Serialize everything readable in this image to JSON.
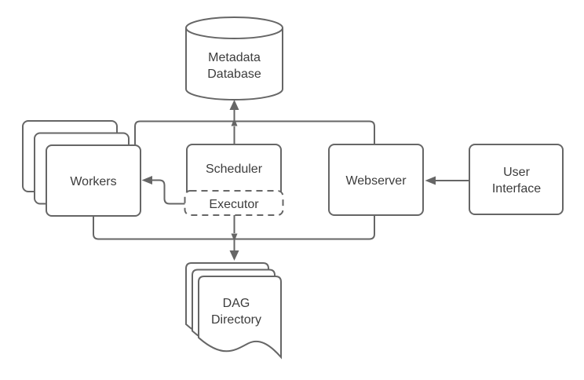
{
  "diagram": {
    "type": "architecture-flow-diagram",
    "colors": {
      "stroke": "#666666",
      "node-fill": "#ffffff",
      "text": "#3c3c3c",
      "background": "#ffffff"
    },
    "nodes": {
      "metadata_database": {
        "shape": "cylinder",
        "label_line1": "Metadata",
        "label_line2": "Database"
      },
      "workers": {
        "shape": "stacked-rounded-rectangles",
        "stack_count": 3,
        "label": "Workers"
      },
      "scheduler": {
        "shape": "rounded-rectangle",
        "label": "Scheduler"
      },
      "executor": {
        "shape": "dashed-rounded-rectangle",
        "label": "Executor"
      },
      "webserver": {
        "shape": "rounded-rectangle",
        "label": "Webserver"
      },
      "user_interface": {
        "shape": "rounded-rectangle",
        "label_line1": "User",
        "label_line2": "Interface"
      },
      "dag_directory": {
        "shape": "stacked-documents",
        "stack_count": 3,
        "label_line1": "DAG",
        "label_line2": "Directory"
      }
    },
    "edges": [
      {
        "from": "scheduler",
        "to": "metadata_database",
        "arrow": "up-into-database"
      },
      {
        "from": "workers",
        "to": "metadata_database",
        "style": "shared-top-bus"
      },
      {
        "from": "webserver",
        "to": "metadata_database",
        "style": "shared-top-bus"
      },
      {
        "from": "executor",
        "to": "workers",
        "arrow": "left-into-workers"
      },
      {
        "from": "user_interface",
        "to": "webserver",
        "arrow": "left-into-webserver"
      },
      {
        "from": "executor",
        "to": "dag_directory",
        "arrow": "down-into-dag-directory"
      },
      {
        "from": "workers",
        "to": "dag_directory",
        "style": "shared-bottom-bus"
      },
      {
        "from": "webserver",
        "to": "dag_directory",
        "style": "shared-bottom-bus"
      }
    ]
  }
}
